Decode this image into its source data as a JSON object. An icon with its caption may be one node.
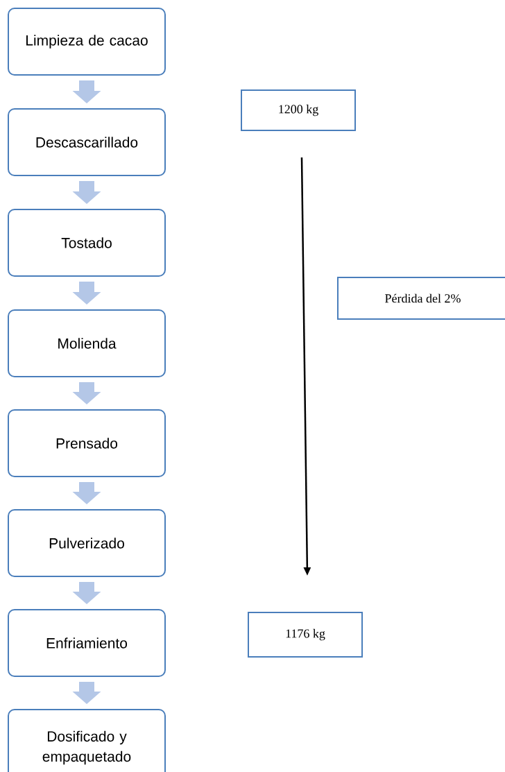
{
  "diagram": {
    "nodes": [
      {
        "text": [
          "Limpieza de cacao"
        ]
      },
      {
        "text": [
          "Descascarillado"
        ]
      },
      {
        "text": [
          "Tostado"
        ]
      },
      {
        "text": [
          "Molienda"
        ]
      },
      {
        "text": [
          "Prensado"
        ]
      },
      {
        "text": [
          "Pulverizado"
        ]
      },
      {
        "text": [
          "Enfriamiento"
        ]
      },
      {
        "text": [
          "Dosificado y empaquetado"
        ]
      },
      {
        "text": [
          "1200 kg"
        ]
      },
      {
        "text": [
          "Pérdida del 2%"
        ]
      },
      {
        "text": [
          "1176 kg"
        ]
      }
    ],
    "edges": [
      {
        "from": 0,
        "to": 1,
        "arrow": "to"
      },
      {
        "from": 1,
        "to": 2,
        "arrow": "to"
      },
      {
        "from": 2,
        "to": 3,
        "arrow": "to"
      },
      {
        "from": 3,
        "to": 4,
        "arrow": "to"
      },
      {
        "from": 4,
        "to": 5,
        "arrow": "to"
      },
      {
        "from": 5,
        "to": 6,
        "arrow": "to"
      },
      {
        "from": 6,
        "to": 7,
        "arrow": "to"
      },
      {
        "from": 8,
        "to": 10,
        "arrow": "to",
        "color": "#000000"
      }
    ]
  }
}
